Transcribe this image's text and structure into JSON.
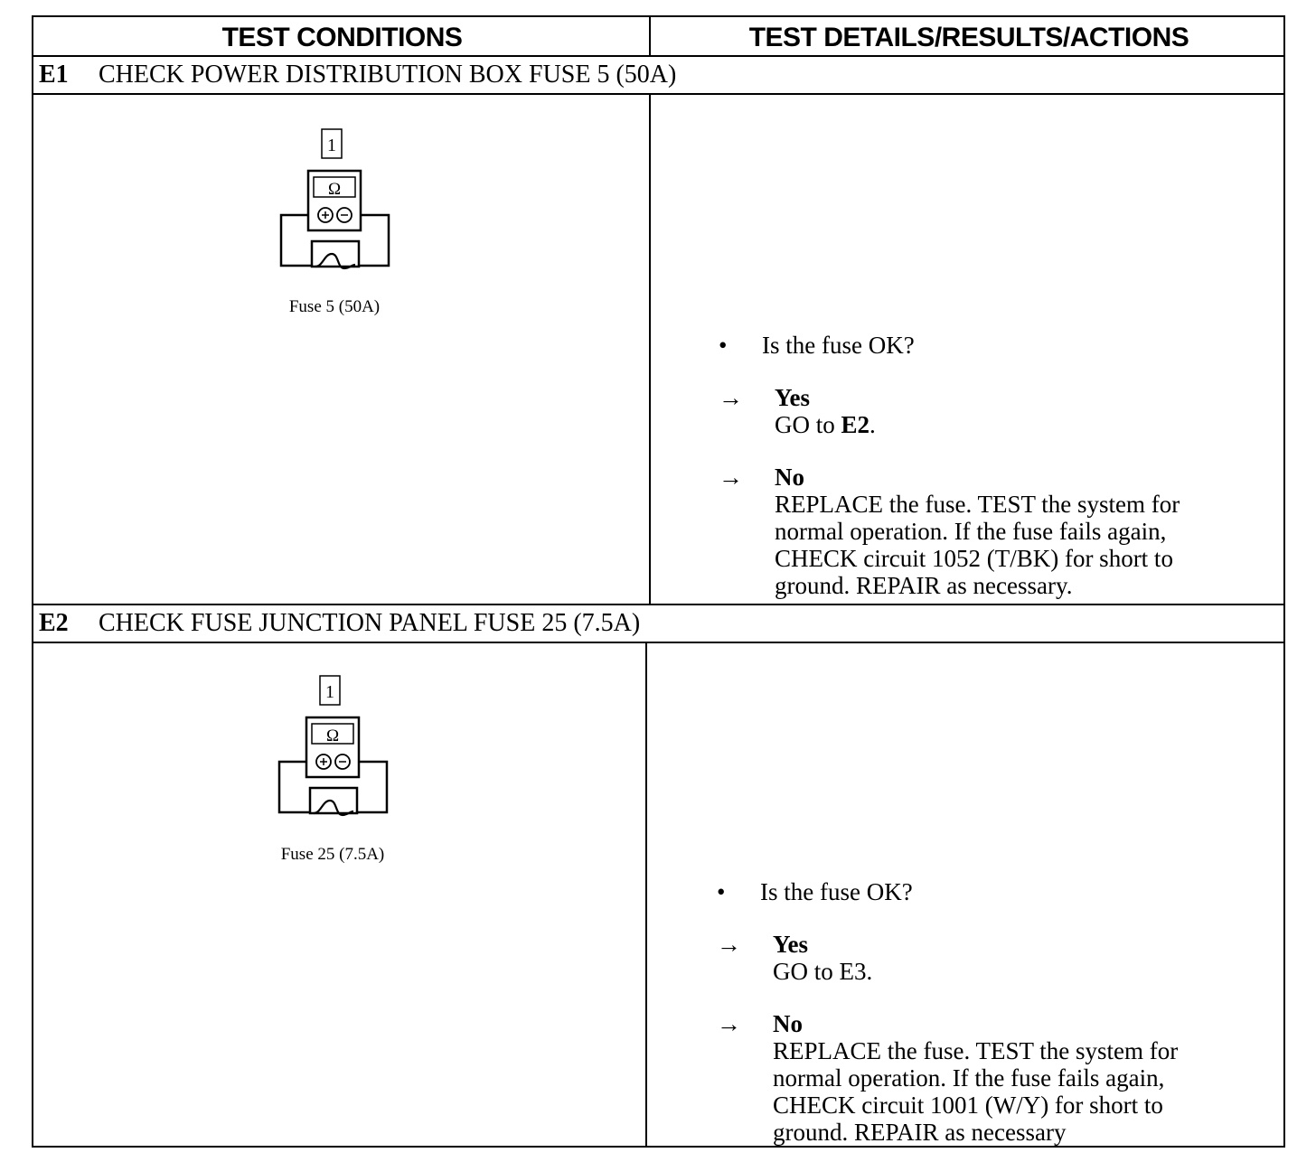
{
  "header": {
    "left": "TEST CONDITIONS",
    "right": "TEST DETAILS/RESULTS/ACTIONS"
  },
  "sections": [
    {
      "id": "E1",
      "title": "CHECK POWER DISTRIBUTION BOX FUSE 5 (50A)",
      "diagram": {
        "step": "1",
        "meter": "Ω",
        "caption": "Fuse 5 (50A)"
      },
      "question": "Is the fuse OK?",
      "yes": {
        "label": "Yes",
        "text_prefix": "GO to ",
        "target": "E2",
        "text_suffix": "."
      },
      "no": {
        "label": "No",
        "lines": [
          "REPLACE the fuse. TEST the system for",
          "normal operation. If the fuse fails again,",
          "CHECK circuit 1052 (T/BK) for short to",
          "ground. REPAIR as necessary."
        ]
      }
    },
    {
      "id": "E2",
      "title": "CHECK FUSE JUNCTION PANEL FUSE 25 (7.5A)",
      "diagram": {
        "step": "1",
        "meter": "Ω",
        "caption": "Fuse 25 (7.5A)"
      },
      "question": "Is the fuse OK?",
      "yes": {
        "label": "Yes",
        "text_prefix": "GO to E3.",
        "target": "",
        "text_suffix": ""
      },
      "no": {
        "label": "No",
        "lines": [
          "REPLACE the fuse. TEST the system for",
          "normal operation. If the fuse fails again,",
          "CHECK circuit 1001 (W/Y) for short to",
          "ground. REPAIR as necessary"
        ]
      }
    }
  ],
  "symbols": {
    "bullet": "•",
    "arrow": "→"
  },
  "icons": [
    "ohmmeter-icon",
    "fuse-icon"
  ]
}
